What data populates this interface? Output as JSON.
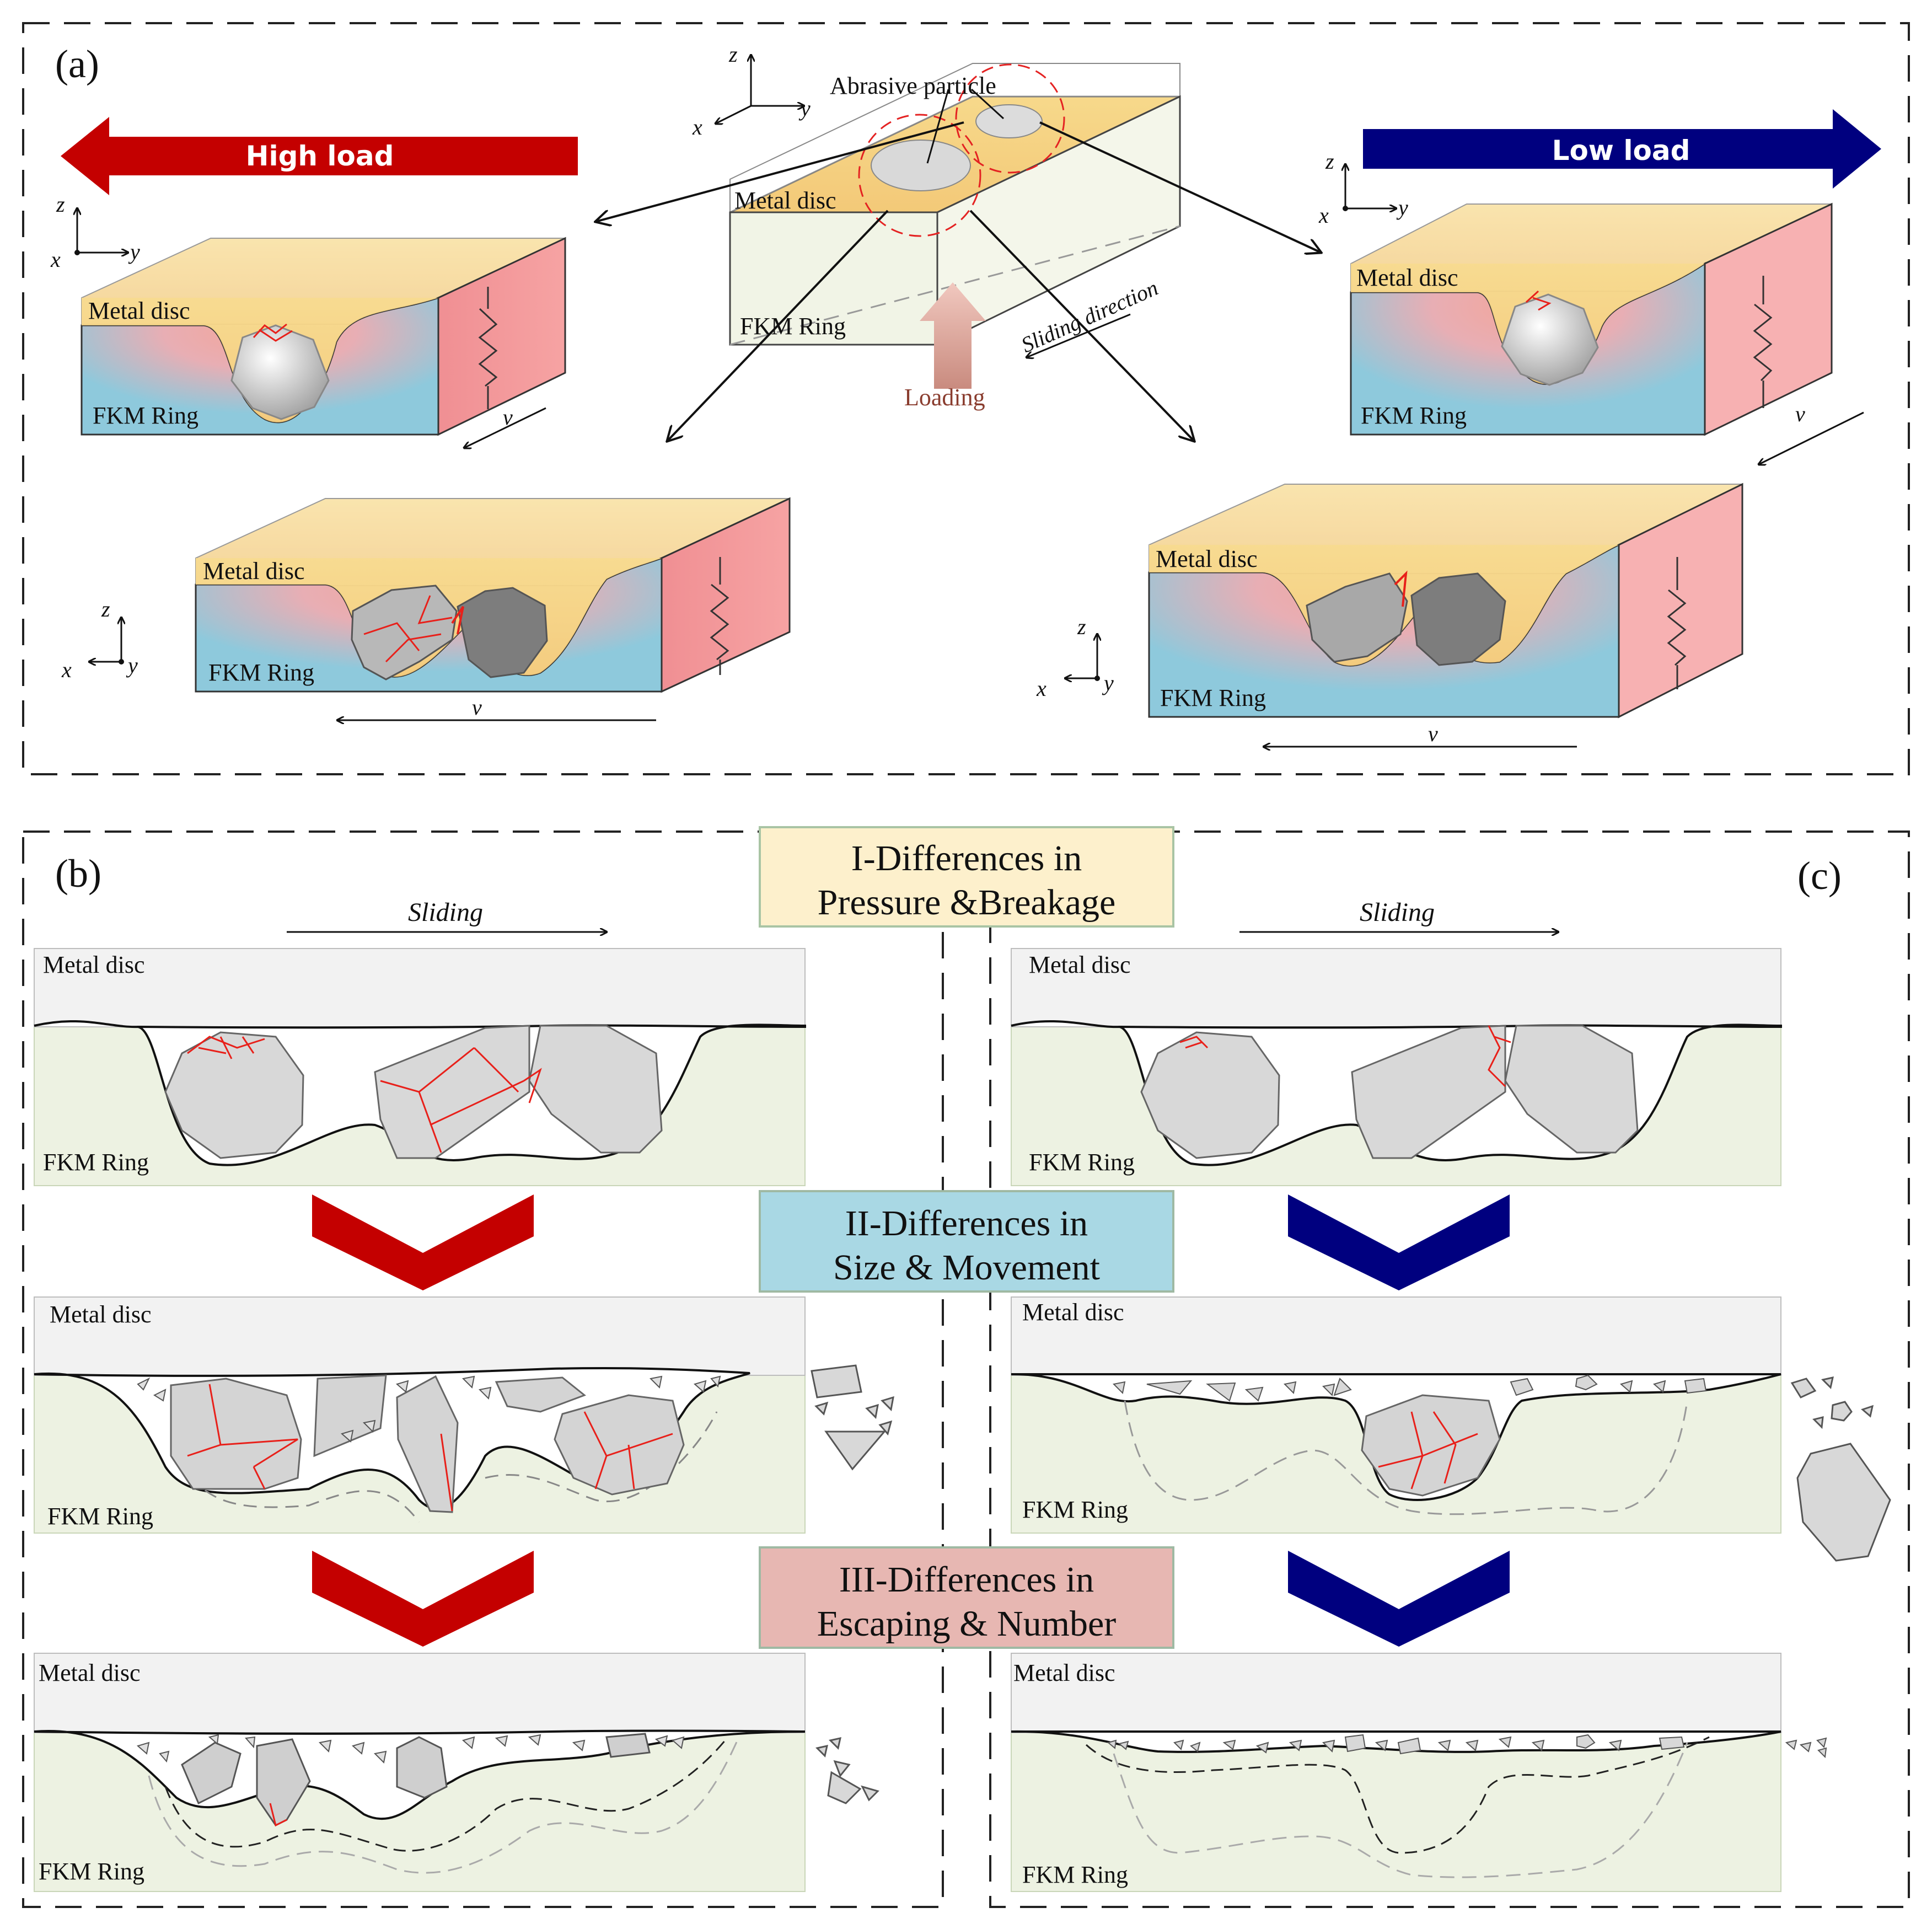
{
  "panel_a": {
    "caption": "(a)",
    "high_load": "High load",
    "low_load": "Low load",
    "abrasive_particle": "Abrasive particle",
    "metal_disc": "Metal disc",
    "fkm_ring": "FKM Ring",
    "sliding_direction": "Sliding direction",
    "loading": "Loading",
    "velocity": "v",
    "axis": {
      "x": "x",
      "y": "y",
      "z": "z"
    }
  },
  "panel_b": {
    "caption": "(b)"
  },
  "panel_c": {
    "caption": "(c)"
  },
  "stage_titles": [
    {
      "line1": "I-Differences in",
      "line2": "Pressure &Breakage"
    },
    {
      "line1": "II-Differences in",
      "line2": "Size & Movement"
    },
    {
      "line1": "III-Differences in",
      "line2": "Escaping & Number"
    }
  ],
  "sliding": "Sliding",
  "metal_disc": "Metal disc",
  "fkm_ring": "FKM Ring",
  "colors": {
    "high_load": "#c40000",
    "low_load": "#00007f",
    "stage1": "#fdf0cc",
    "stage2": "#a9d8e4",
    "stage3": "#e7b7b2",
    "fkm": "#edf2e2",
    "metal": "#f2f2f2",
    "crack": "#e8201a"
  }
}
